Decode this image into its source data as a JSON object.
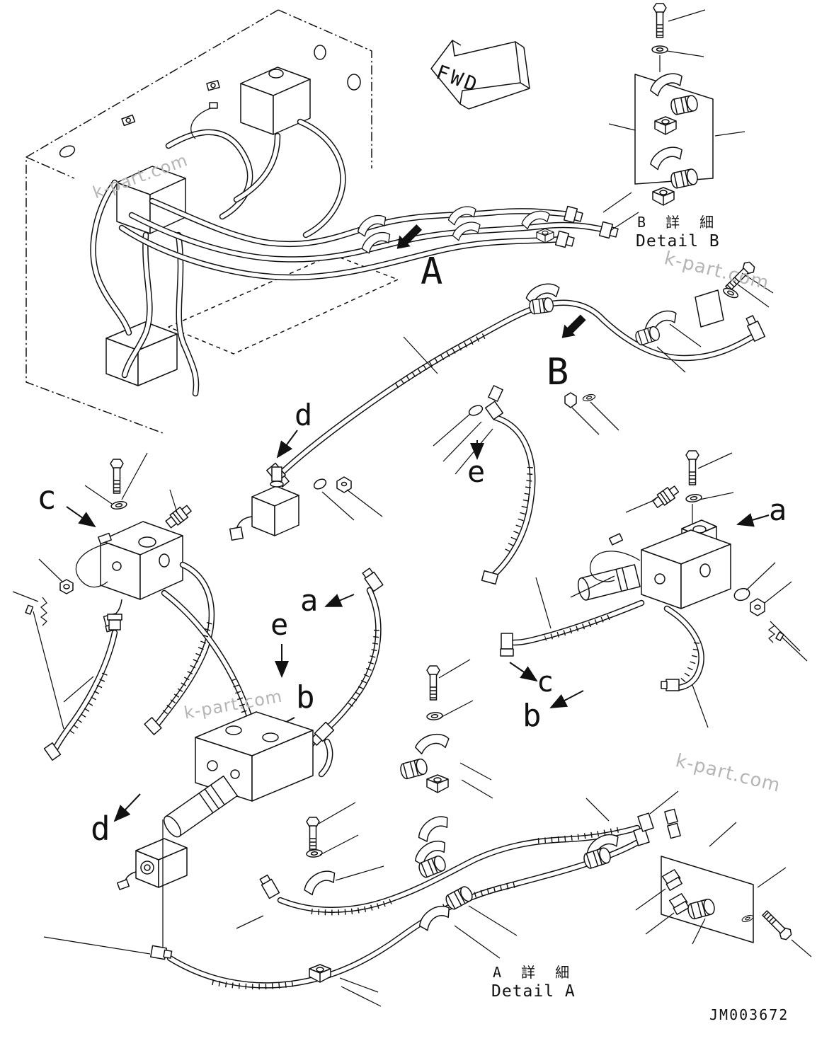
{
  "diagram": {
    "type": "hydraulic-piping-parts-diagram",
    "ink_color": "#111111",
    "watermark_color": "#b5b5b5",
    "fwd_label": "FWD",
    "view_a_label": "A",
    "view_b_label": "B",
    "detail_b_title_jp": "B 詳 細",
    "detail_b_title_en": "Detail B",
    "detail_a_title_jp": "A 詳 細",
    "detail_a_title_en": "Detail A",
    "drawing_number": "JM003672",
    "callouts": [
      {
        "id": "d-upper",
        "label": "d"
      },
      {
        "id": "e-upper",
        "label": "e"
      },
      {
        "id": "c-left",
        "label": "c"
      },
      {
        "id": "a-left",
        "label": "a"
      },
      {
        "id": "e-left",
        "label": "e"
      },
      {
        "id": "b-left",
        "label": "b"
      },
      {
        "id": "c-right",
        "label": "c"
      },
      {
        "id": "b-right",
        "label": "b"
      },
      {
        "id": "a-right",
        "label": "a"
      },
      {
        "id": "d-lower",
        "label": "d"
      }
    ],
    "watermarks": [
      {
        "text": "k-part.com"
      },
      {
        "text": "k-part.com"
      },
      {
        "text": "k-part.com"
      },
      {
        "text": "k-part.com"
      }
    ]
  }
}
